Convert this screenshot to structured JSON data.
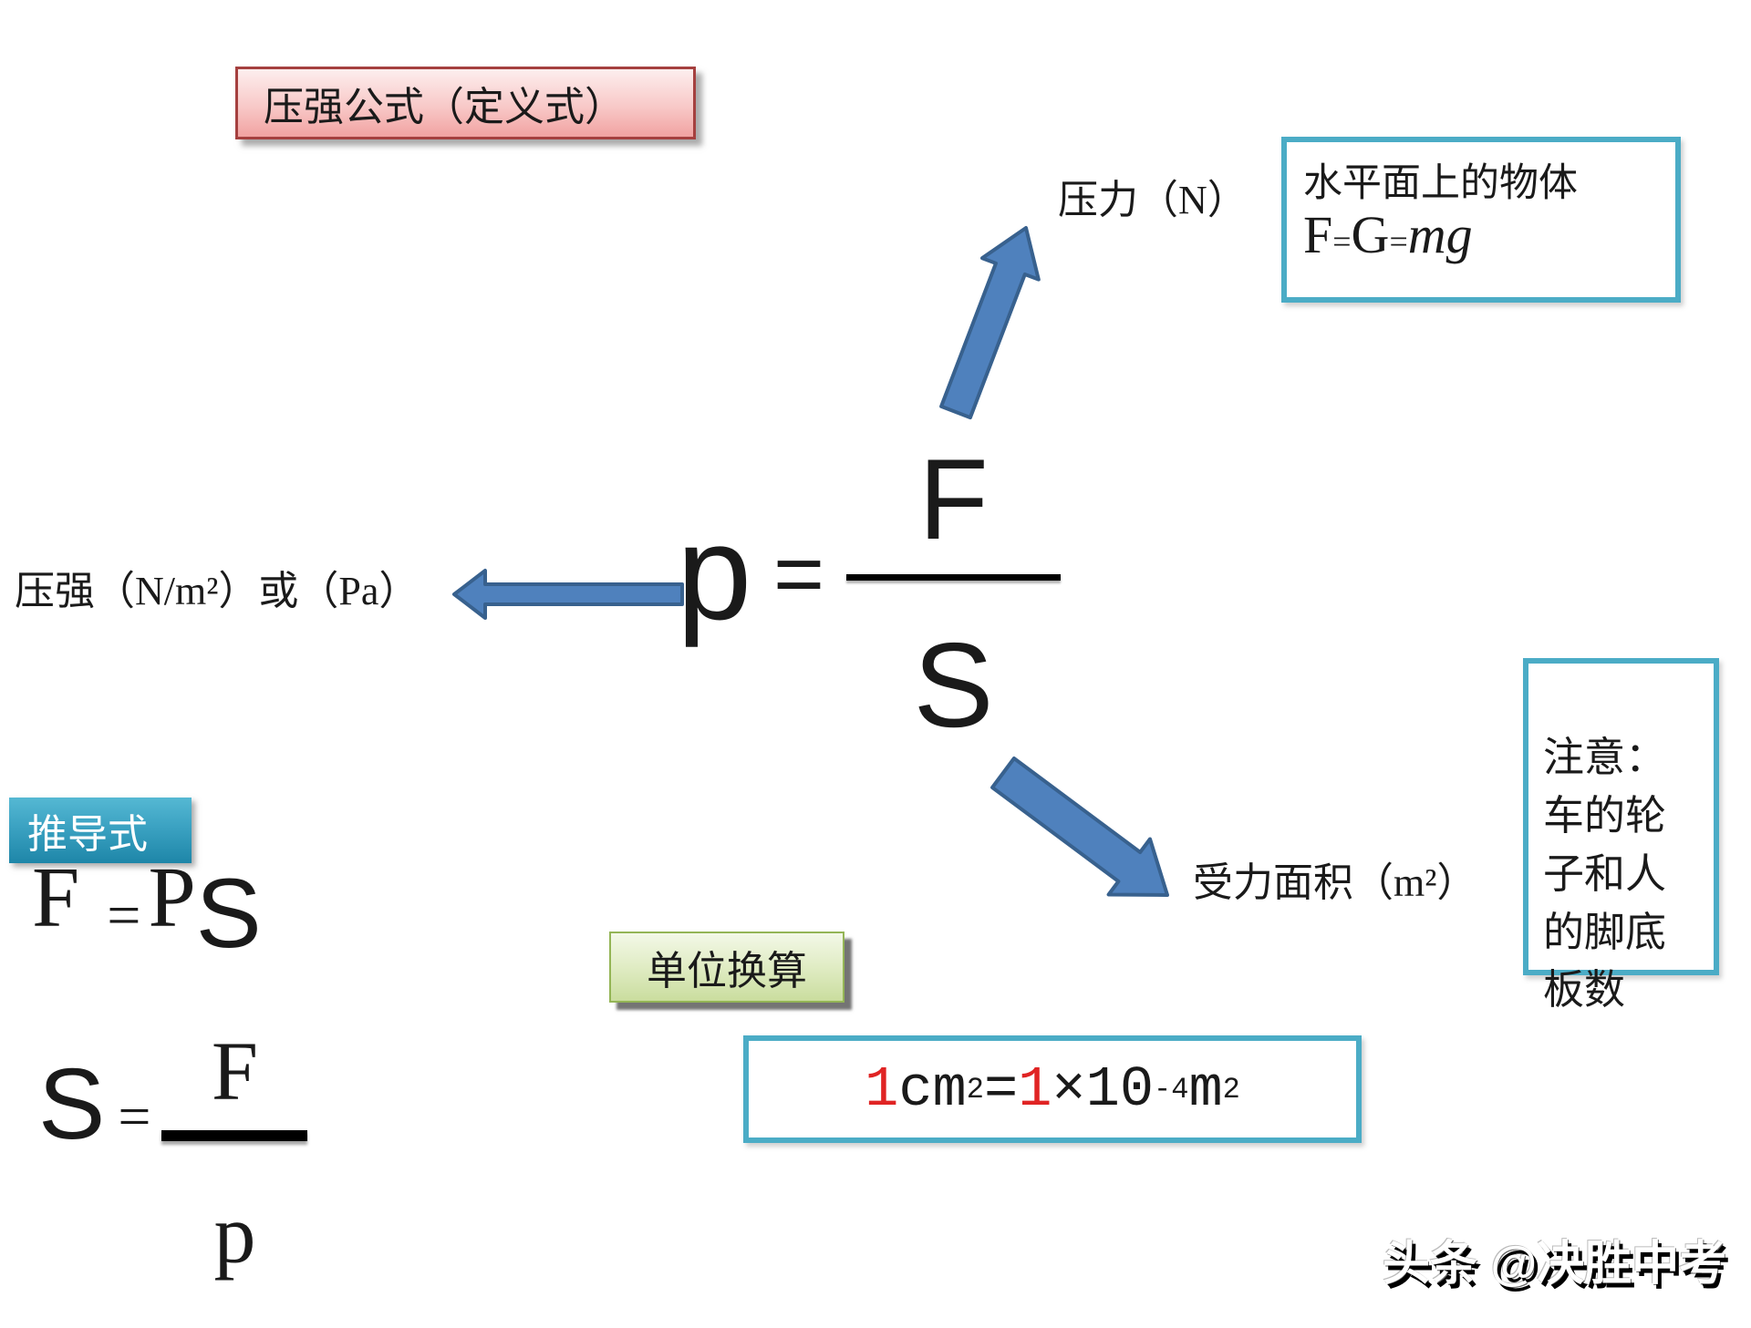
{
  "colors": {
    "arrow_fill": "#4f81bd",
    "arrow_stroke": "#38618e",
    "teal_border": "#4bacc6",
    "red_digit": "#e02424"
  },
  "title_box": {
    "label": "压强公式（定义式）"
  },
  "labels": {
    "force": "压力（N）",
    "pressure": "压强（N/m²）或（Pa）",
    "area": "受力面积（m²）"
  },
  "horizontal_box": {
    "line1": "水平面上的物体",
    "f": "F",
    "eq1": "=",
    "g": "G",
    "eq2": "=",
    "mg": "mg"
  },
  "note_box": {
    "text": "注意：\n车的轮\n子和人\n的脚底\n板数"
  },
  "main_formula": {
    "lhs": "p",
    "equals": "=",
    "numerator": "F",
    "denominator": "S"
  },
  "derive_box": {
    "label": "推导式"
  },
  "derive_f": {
    "lhs": "F",
    "equals": "=",
    "rhs1": "P",
    "rhs2": "S"
  },
  "derive_s": {
    "lhs": "S",
    "equals": "=",
    "numerator": "F",
    "denominator": "p"
  },
  "unit_box": {
    "label": "单位换算"
  },
  "conversion": {
    "one_a": "1",
    "unit_a": "cm",
    "sup_a": "2",
    "equals": "=",
    "one_b": "1",
    "times": "×",
    "base": "10",
    "exponent": "-4",
    "unit_b": "m",
    "sup_b": "2"
  },
  "watermark": "头条 @决胜中考"
}
